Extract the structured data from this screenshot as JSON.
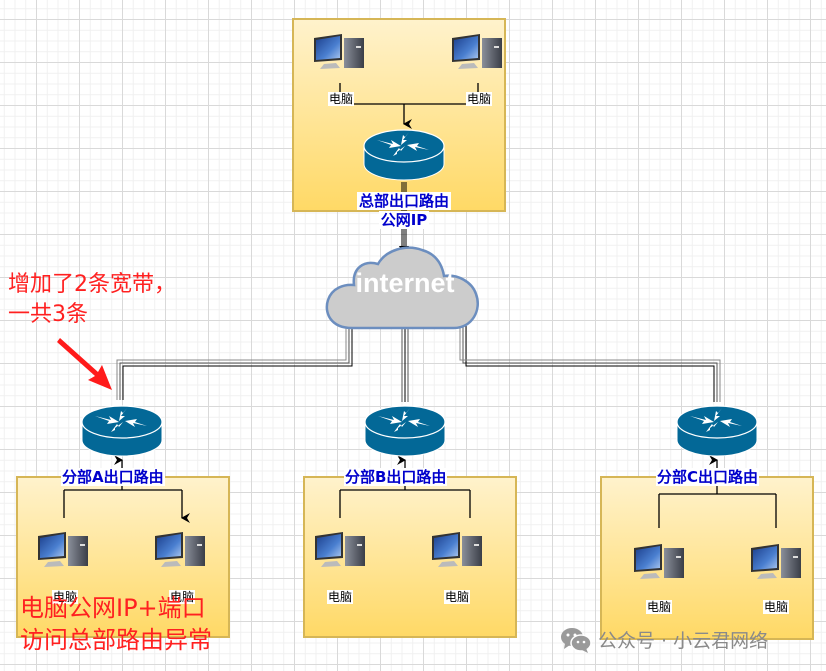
{
  "headquarters": {
    "router_label_line1": "总部出口路由",
    "router_label_line2": "公网IP",
    "pcs": [
      {
        "label": "电脑"
      },
      {
        "label": "电脑"
      }
    ]
  },
  "internet": {
    "label": "internet"
  },
  "branches": [
    {
      "router_label": "分部A出口路由",
      "pcs": [
        {
          "label": "电脑"
        },
        {
          "label": "电脑"
        }
      ]
    },
    {
      "router_label": "分部B出口路由",
      "pcs": [
        {
          "label": "电脑"
        },
        {
          "label": "电脑"
        }
      ]
    },
    {
      "router_label": "分部C出口路由",
      "pcs": [
        {
          "label": "电脑"
        },
        {
          "label": "电脑"
        }
      ]
    }
  ],
  "annotations": {
    "bandwidth_line1": "增加了2条宽带，",
    "bandwidth_line2": "一共3条",
    "issue_line1": "电脑公网IP+端口",
    "issue_line2": "访问总部路由异常"
  },
  "watermark": {
    "text": "公众号 · 小云君网络",
    "icon": "wechat-icon"
  },
  "colors": {
    "router": "#036897",
    "site_fill_top": "#fff2cc",
    "site_fill_bottom": "#ffd966",
    "site_border": "#d6b656",
    "cloud_fill": "#cccccc",
    "cloud_border": "#6c8ebf",
    "label_blue": "#0000cc",
    "annotation_red": "#ff2020"
  }
}
